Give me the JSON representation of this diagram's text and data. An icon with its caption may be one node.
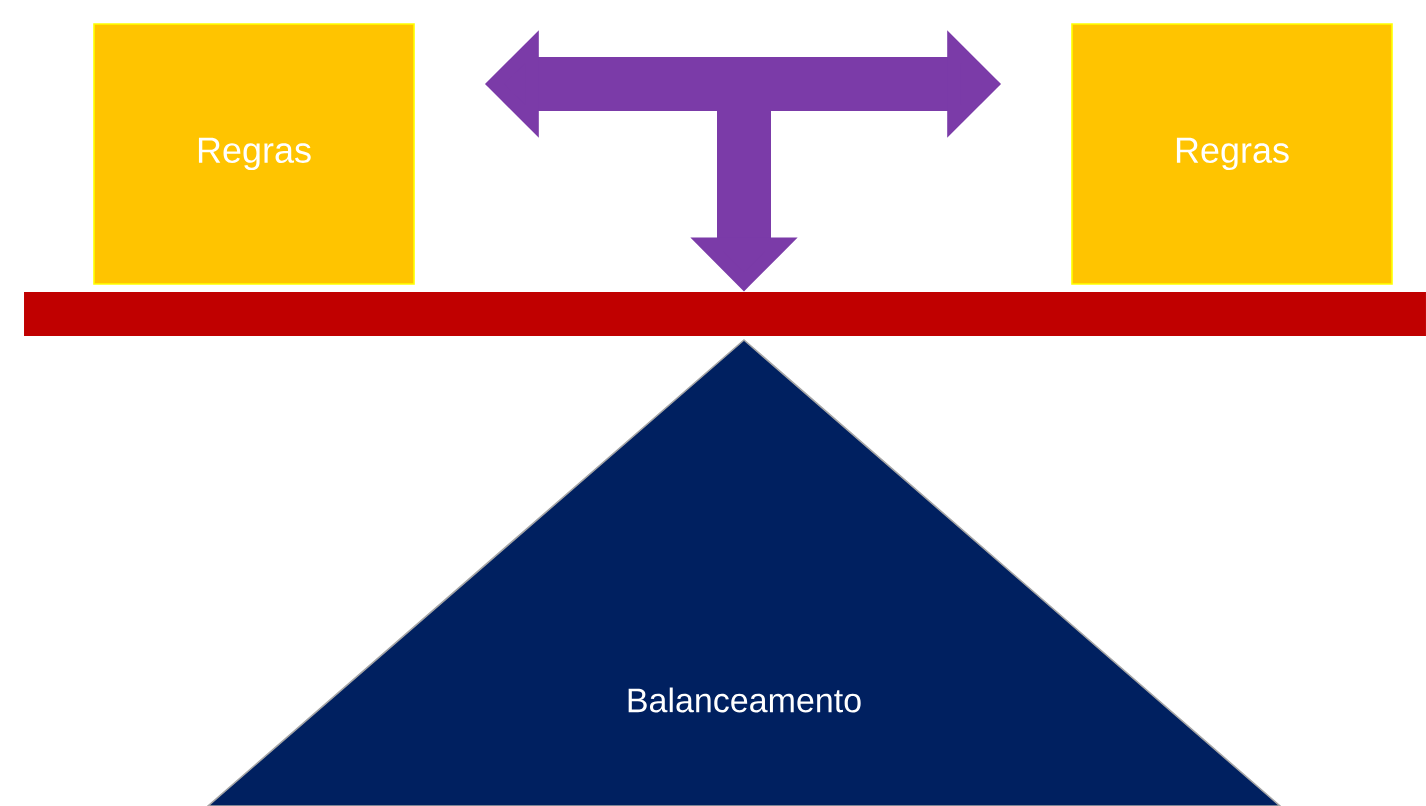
{
  "diagram": {
    "nodes": [
      {
        "text": [
          "Regras"
        ]
      },
      {
        "text": [
          "Regras"
        ]
      },
      {
        "text": [],
        "shape": "bar"
      },
      {
        "text": [
          "Balanceamento"
        ]
      }
    ],
    "edges": [
      {
        "from": 0,
        "to": 1,
        "arrow": "both"
      },
      {
        "from": null,
        "to": 2,
        "arrow": "to"
      }
    ]
  }
}
